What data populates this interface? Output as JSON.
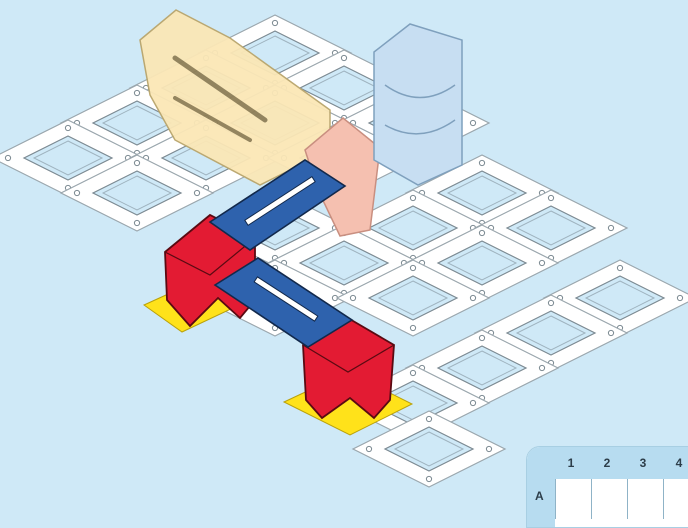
{
  "puzzle": {
    "grid_columns": [
      "1",
      "2",
      "3",
      "4"
    ],
    "grid_rows": [
      "A"
    ],
    "colors": {
      "background": "#cfe9f7",
      "board": "#ffffff",
      "board_window": "#cfe9f7",
      "support_red": "#e31b33",
      "rail_blue": "#2e62ad",
      "target_yellow": "#ffe21a",
      "ghost_yellow": "#fbe7b6",
      "ghost_pink": "#f5c0b0",
      "ghost_blue": "#c7def2"
    }
  }
}
